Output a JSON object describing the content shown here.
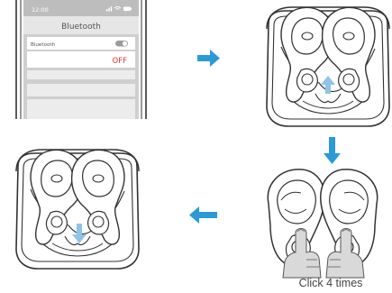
{
  "phone": {
    "status_time": "12:00",
    "screen_title": "Bluetooth",
    "row_label": "Bluetooth",
    "state_text": "OFF"
  },
  "caption": "Click 4 times",
  "colors": {
    "arrow": "#2b9ad8",
    "off_text": "#e53935",
    "line": "#333333",
    "skin": "#d9d9d9",
    "indicator": "#8fc4e6"
  },
  "icons": [
    "signal-icon",
    "wifi-icon",
    "battery-icon",
    "toggle-switch",
    "arrow-right-icon",
    "arrow-down-icon",
    "arrow-left-icon",
    "finger-icon"
  ]
}
